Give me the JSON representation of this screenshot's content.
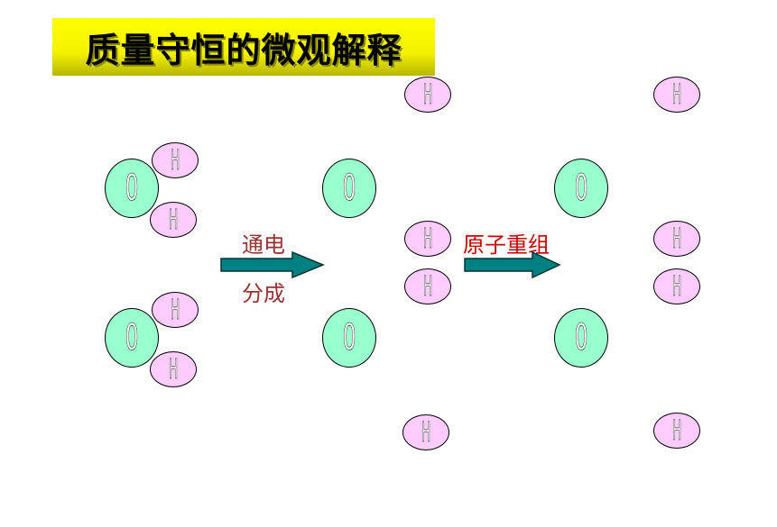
{
  "title": "质量守恒的微观解释",
  "atom_labels": {
    "oxygen": "O",
    "hydrogen": "H"
  },
  "steps": {
    "step1_top": "通电",
    "step1_bottom": "分成",
    "step2": "原子重组"
  },
  "colors": {
    "oxygen_fill": "#99ffcc",
    "hydrogen_fill": "#ffccff",
    "arrow_fill": "#008080",
    "title_bg": "#ffff00",
    "label_color": "#993333",
    "label_red": "#cc0000"
  }
}
